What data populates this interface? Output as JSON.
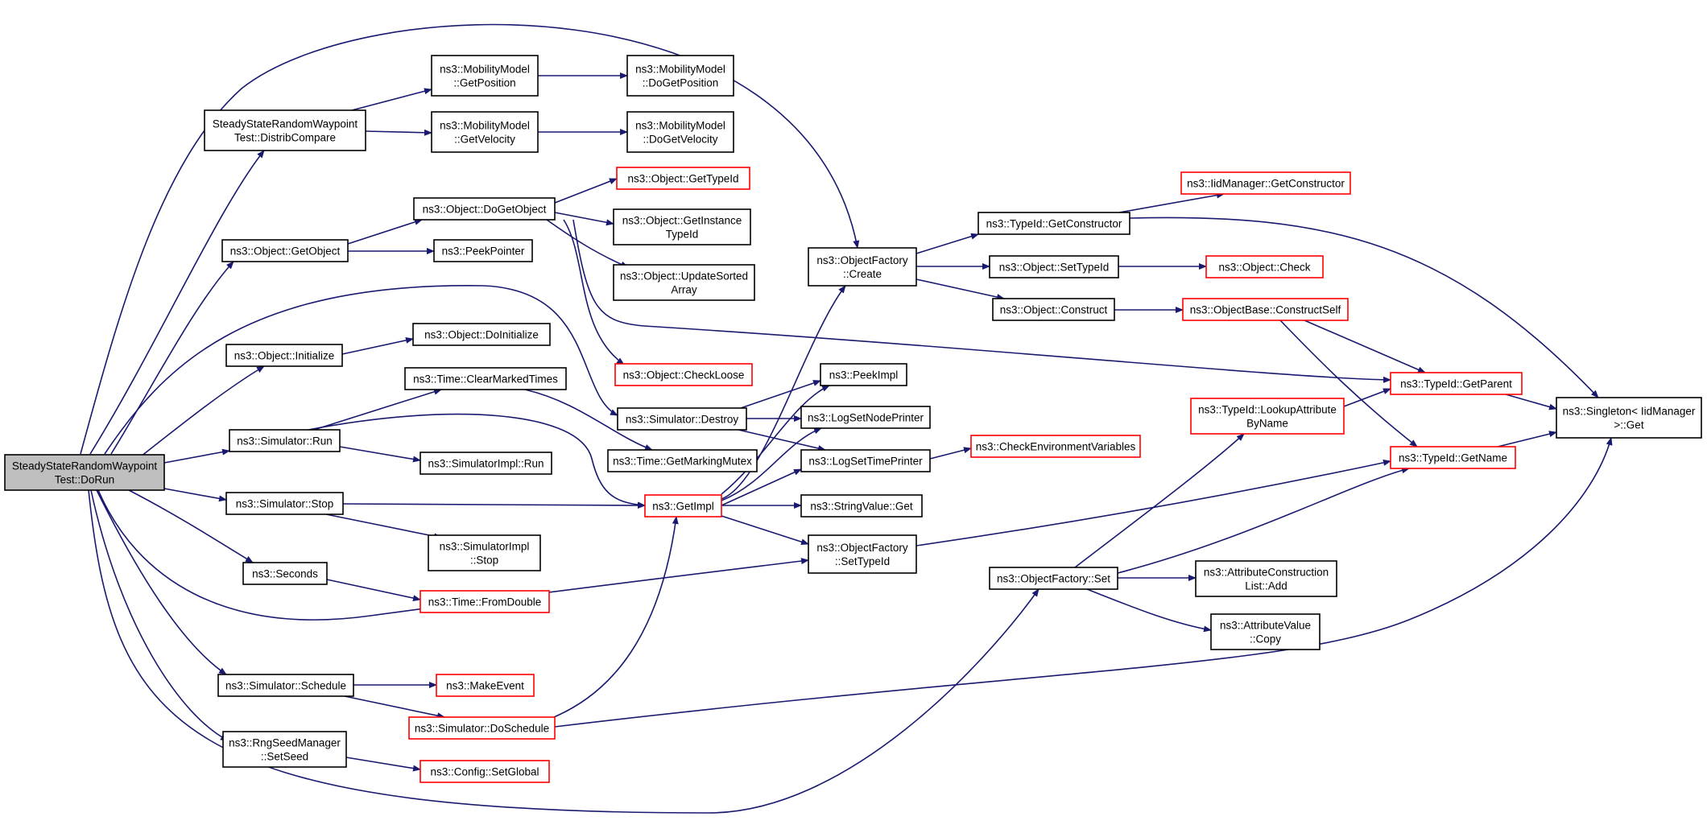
{
  "colors": {
    "edge": "#191970",
    "node_border": "#000000",
    "linked_border": "#ff0000",
    "root_fill": "#bfbfbf",
    "node_fill": "#ffffff"
  },
  "nodes": [
    {
      "id": "dorun",
      "lines": [
        "SteadyStateRandomWaypoint",
        "Test::DoRun"
      ],
      "style": "root"
    },
    {
      "id": "distrib",
      "lines": [
        "SteadyStateRandomWaypoint",
        "Test::DistribCompare"
      ],
      "style": "normal"
    },
    {
      "id": "getobject",
      "lines": [
        "ns3::Object::GetObject"
      ],
      "style": "normal"
    },
    {
      "id": "initialize",
      "lines": [
        "ns3::Object::Initialize"
      ],
      "style": "normal"
    },
    {
      "id": "simrun",
      "lines": [
        "ns3::Simulator::Run"
      ],
      "style": "normal"
    },
    {
      "id": "simstop",
      "lines": [
        "ns3::Simulator::Stop"
      ],
      "style": "normal"
    },
    {
      "id": "seconds",
      "lines": [
        "ns3::Seconds"
      ],
      "style": "normal"
    },
    {
      "id": "schedule",
      "lines": [
        "ns3::Simulator::Schedule"
      ],
      "style": "normal"
    },
    {
      "id": "setseed",
      "lines": [
        "ns3::RngSeedManager",
        "::SetSeed"
      ],
      "style": "normal"
    },
    {
      "id": "getposition",
      "lines": [
        "ns3::MobilityModel",
        "::GetPosition"
      ],
      "style": "normal"
    },
    {
      "id": "getvelocity",
      "lines": [
        "ns3::MobilityModel",
        "::GetVelocity"
      ],
      "style": "normal"
    },
    {
      "id": "dogetposition",
      "lines": [
        "ns3::MobilityModel",
        "::DoGetPosition"
      ],
      "style": "normal"
    },
    {
      "id": "dogetvelocity",
      "lines": [
        "ns3::MobilityModel",
        "::DoGetVelocity"
      ],
      "style": "normal"
    },
    {
      "id": "dogetobject",
      "lines": [
        "ns3::Object::DoGetObject"
      ],
      "style": "normal"
    },
    {
      "id": "peekpointer",
      "lines": [
        "ns3::PeekPointer"
      ],
      "style": "normal"
    },
    {
      "id": "gettypeid",
      "lines": [
        "ns3::Object::GetTypeId"
      ],
      "style": "linked"
    },
    {
      "id": "getinstancetypeid",
      "lines": [
        "ns3::Object::GetInstance",
        "TypeId"
      ],
      "style": "normal"
    },
    {
      "id": "updatesorted",
      "lines": [
        "ns3::Object::UpdateSorted",
        "Array"
      ],
      "style": "normal"
    },
    {
      "id": "checkloose",
      "lines": [
        "ns3::Object::CheckLoose"
      ],
      "style": "linked"
    },
    {
      "id": "doinitialize",
      "lines": [
        "ns3::Object::DoInitialize"
      ],
      "style": "normal"
    },
    {
      "id": "clearmarked",
      "lines": [
        "ns3::Time::ClearMarkedTimes"
      ],
      "style": "normal"
    },
    {
      "id": "simdestroy",
      "lines": [
        "ns3::Simulator::Destroy"
      ],
      "style": "normal"
    },
    {
      "id": "markingmutex",
      "lines": [
        "ns3::Time::GetMarkingMutex"
      ],
      "style": "normal"
    },
    {
      "id": "simimplrun",
      "lines": [
        "ns3::SimulatorImpl::Run"
      ],
      "style": "normal"
    },
    {
      "id": "simimplstop",
      "lines": [
        "ns3::SimulatorImpl",
        "::Stop"
      ],
      "style": "normal"
    },
    {
      "id": "fromdouble",
      "lines": [
        "ns3::Time::FromDouble"
      ],
      "style": "linked"
    },
    {
      "id": "makeevent",
      "lines": [
        "ns3::MakeEvent"
      ],
      "style": "linked"
    },
    {
      "id": "doschedule",
      "lines": [
        "ns3::Simulator::DoSchedule"
      ],
      "style": "linked"
    },
    {
      "id": "setglobal",
      "lines": [
        "ns3::Config::SetGlobal"
      ],
      "style": "linked"
    },
    {
      "id": "getimpl",
      "lines": [
        "ns3::GetImpl"
      ],
      "style": "linked"
    },
    {
      "id": "create",
      "lines": [
        "ns3::ObjectFactory",
        "::Create"
      ],
      "style": "normal"
    },
    {
      "id": "peekimpl",
      "lines": [
        "ns3::PeekImpl"
      ],
      "style": "normal"
    },
    {
      "id": "lognode",
      "lines": [
        "ns3::LogSetNodePrinter"
      ],
      "style": "normal"
    },
    {
      "id": "logtime",
      "lines": [
        "ns3::LogSetTimePrinter"
      ],
      "style": "normal"
    },
    {
      "id": "stringget",
      "lines": [
        "ns3::StringValue::Get"
      ],
      "style": "normal"
    },
    {
      "id": "settypeid_factory",
      "lines": [
        "ns3::ObjectFactory",
        "::SetTypeId"
      ],
      "style": "normal"
    },
    {
      "id": "tid_getctor",
      "lines": [
        "ns3::TypeId::GetConstructor"
      ],
      "style": "normal"
    },
    {
      "id": "obj_settypeid",
      "lines": [
        "ns3::Object::SetTypeId"
      ],
      "style": "normal"
    },
    {
      "id": "obj_construct",
      "lines": [
        "ns3::Object::Construct"
      ],
      "style": "normal"
    },
    {
      "id": "iid_getctor",
      "lines": [
        "ns3::IidManager::GetConstructor"
      ],
      "style": "linked"
    },
    {
      "id": "obj_check",
      "lines": [
        "ns3::Object::Check"
      ],
      "style": "linked"
    },
    {
      "id": "constructself",
      "lines": [
        "ns3::ObjectBase::ConstructSelf"
      ],
      "style": "linked"
    },
    {
      "id": "checkenv",
      "lines": [
        "ns3::CheckEnvironmentVariables"
      ],
      "style": "linked"
    },
    {
      "id": "lookupattr",
      "lines": [
        "ns3::TypeId::LookupAttribute",
        "ByName"
      ],
      "style": "linked"
    },
    {
      "id": "factoryset",
      "lines": [
        "ns3::ObjectFactory::Set"
      ],
      "style": "normal"
    },
    {
      "id": "getparent",
      "lines": [
        "ns3::TypeId::GetParent"
      ],
      "style": "linked"
    },
    {
      "id": "getname",
      "lines": [
        "ns3::TypeId::GetName"
      ],
      "style": "linked"
    },
    {
      "id": "attrlistadd",
      "lines": [
        "ns3::AttributeConstruction",
        "List::Add"
      ],
      "style": "normal"
    },
    {
      "id": "attrcopy",
      "lines": [
        "ns3::AttributeValue",
        "::Copy"
      ],
      "style": "normal"
    },
    {
      "id": "singleton",
      "lines": [
        "ns3::Singleton< IidManager",
        " >::Get"
      ],
      "style": "normal"
    }
  ]
}
